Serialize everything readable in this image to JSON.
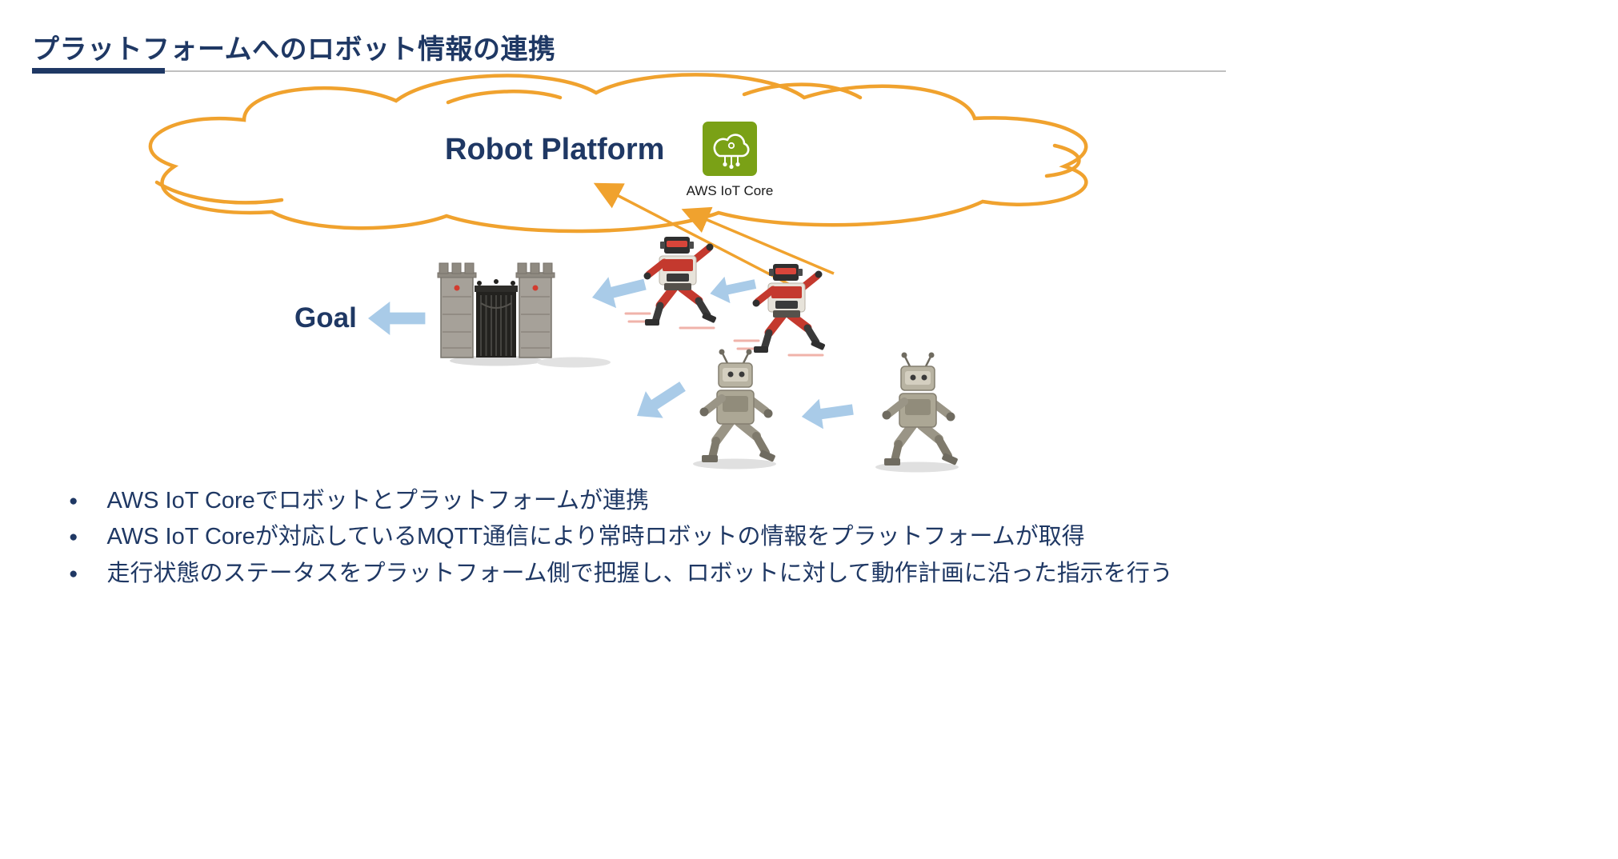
{
  "slide": {
    "title": "プラットフォームへのロボット情報の連携"
  },
  "diagram": {
    "platform_label": "Robot Platform",
    "aws_icon_label": "AWS IoT Core",
    "goal_label": "Goal"
  },
  "bullets": [
    "AWS IoT Coreでロボットとプラットフォームが連携",
    "AWS IoT Coreが対応しているMQTT通信により常時ロボットの情報をプラットフォームが取得",
    "走行状態のステータスをプラットフォーム側で把握し、ロボットに対して動作計画に沿った指示を行う"
  ],
  "colors": {
    "navy": "#1F3864",
    "orange": "#F0A22E",
    "light_blue": "#A9CBE8",
    "aws_green": "#7AA116",
    "gray_rule": "#c0c0c0"
  }
}
